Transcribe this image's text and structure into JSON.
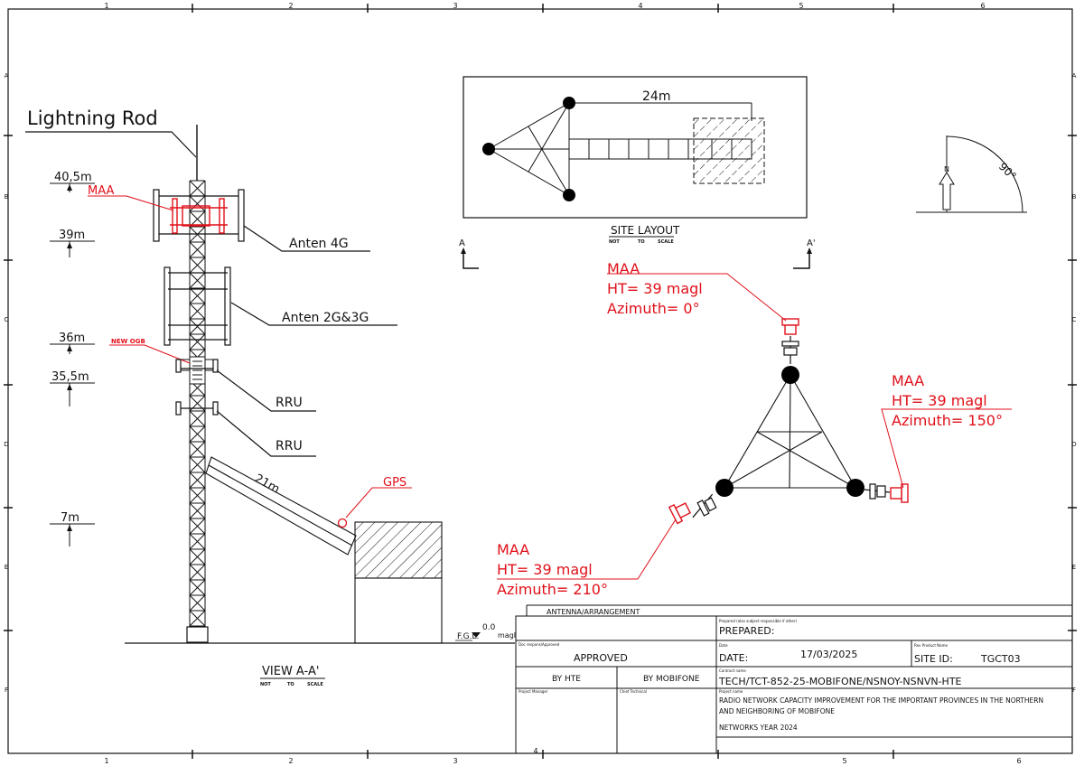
{
  "frame": {
    "col_numbers": [
      "1",
      "2",
      "3",
      "4",
      "5",
      "6"
    ],
    "row_letters": [
      "A",
      "B",
      "C",
      "D",
      "E",
      "F"
    ]
  },
  "elevation": {
    "lightning_rod_label": "Lightning Rod",
    "heights": [
      "40,5m",
      "39m",
      "36m",
      "35,5m",
      "7m"
    ],
    "maa_label": "MAA",
    "new_ogb_label": "NEW OGB",
    "anten_4g_label": "Anten 4G",
    "anten_2g3g_label": "Anten 2G&3G",
    "rru_label_1": "RRU",
    "rru_label_2": "RRU",
    "cable_length_label": "21m",
    "gps_label": "GPS",
    "ground_label": "F.G.L.",
    "ground_level_value": "0.0",
    "ground_level_unit": "magl",
    "view_title": "VIEW A-A'",
    "view_scale_not": "NOT",
    "view_scale_to": "TO",
    "view_scale_scale": "SCALE"
  },
  "layout": {
    "length_label": "24m",
    "title": "SITE LAYOUT",
    "scale_not": "NOT",
    "scale_to": "TO",
    "scale_scale": "SCALE",
    "section_a": "A",
    "section_a_prime": "A'"
  },
  "compass": {
    "north": "N",
    "angle": "90°"
  },
  "plan": {
    "antennas": [
      {
        "type": "MAA",
        "height": "HT= 39 magl",
        "azimuth": "Azimuth= 0°"
      },
      {
        "type": "MAA",
        "height": "HT= 39 magl",
        "azimuth": "Azimuth= 150°"
      },
      {
        "type": "MAA",
        "height": "HT= 39 magl",
        "azimuth": "Azimuth= 210°"
      }
    ]
  },
  "title_block": {
    "header": "ANTENNA/ARRANGEMENT",
    "prepared_caption": "Prepared (also subject responsible if other)",
    "prepared_label": "PREPARED:",
    "approved_caption": "Doc respons/Approved",
    "approved_value": "APPROVED",
    "date_caption": "Date",
    "date_label": "DATE:",
    "date_value": "17/03/2025",
    "rev_caption": "Rev Product Name",
    "site_id_label": "SITE ID:",
    "site_id_value": "TGCT03",
    "by_hte": "BY HTE",
    "by_mobifone": "BY MOBIFONE",
    "contract_caption": "Contract name",
    "contract_value": "TECH/TCT-852-25-MOBIFONE/NSNOY-NSNVN-HTE",
    "pm_caption": "Project Manager",
    "chief_caption": "Chief Technical",
    "project_caption": "Project name",
    "project_line1": "RADIO NETWORK CAPACITY IMPROVEMENT FOR THE IMPORTANT PROVINCES IN THE NORTHERN",
    "project_line2": "AND NEIGHBORING OF MOBIFONE",
    "project_line3": "NETWORKS YEAR 2024"
  },
  "colors": {
    "line": "#111111",
    "red": "#e0101a",
    "background": "#ffffff"
  }
}
